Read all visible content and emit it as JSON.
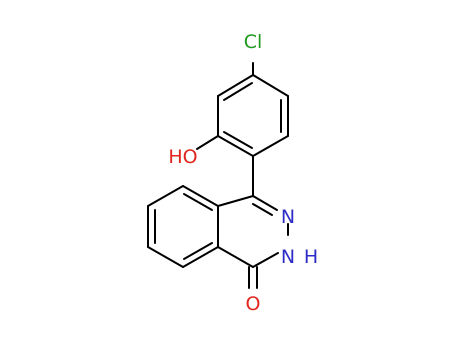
{
  "labels": {
    "chlorine": "Cl",
    "hydroxyl": "HO",
    "nitrogen_imine": "N",
    "nitrogen_amide": "N",
    "nitrogen_hydrogen": "H",
    "oxygen_carbonyl": "O"
  },
  "colors": {
    "bond": "#000000",
    "chlorine": "#1f9a1f",
    "oxygen": "#e0261f",
    "nitrogen": "#2c2cc8"
  }
}
